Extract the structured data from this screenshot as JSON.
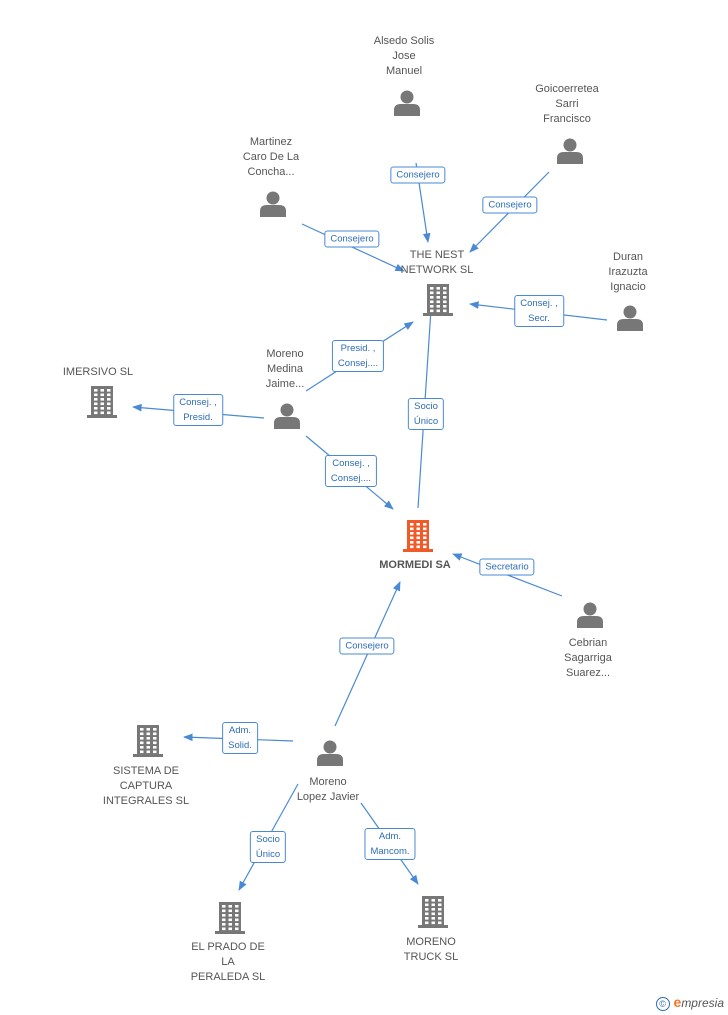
{
  "colors": {
    "edge": "#4a8ad4",
    "person": "#777777",
    "company": "#777777",
    "focus": "#f05a28",
    "label_text": "#2d6db5"
  },
  "nodes": [
    {
      "id": "mormedi",
      "type": "company",
      "focus": true,
      "label": "MORMEDI SA"
    },
    {
      "id": "thenest",
      "type": "company",
      "label": "THE NEST\nNETWORK SL"
    },
    {
      "id": "imersivo",
      "type": "company",
      "label": "IMERSIVO  SL"
    },
    {
      "id": "sistema",
      "type": "company",
      "label": "SISTEMA DE\nCAPTURA\nINTEGRALES SL"
    },
    {
      "id": "elprado",
      "type": "company",
      "label": "EL PRADO DE\nLA\nPERALEDA  SL"
    },
    {
      "id": "morenotruck",
      "type": "company",
      "label": "MORENO\nTRUCK SL"
    },
    {
      "id": "alsedo",
      "type": "person",
      "label": "Alsedo Solis\nJose\nManuel"
    },
    {
      "id": "goicoerretea",
      "type": "person",
      "label": "Goicoerretea\nSarri\nFrancisco"
    },
    {
      "id": "martinez",
      "type": "person",
      "label": "Martinez\nCaro De La\nConcha..."
    },
    {
      "id": "duran",
      "type": "person",
      "label": "Duran\nIrazuzta\nIgnacio"
    },
    {
      "id": "morenomedina",
      "type": "person",
      "label": "Moreno\nMedina\nJaime..."
    },
    {
      "id": "cebrian",
      "type": "person",
      "label": "Cebrian\nSagarriga\nSuarez..."
    },
    {
      "id": "morenolopez",
      "type": "person",
      "label": "Moreno\nLopez Javier"
    }
  ],
  "edges": [
    {
      "from": "alsedo",
      "to": "thenest",
      "label": "Consejero"
    },
    {
      "from": "goicoerretea",
      "to": "thenest",
      "label": "Consejero"
    },
    {
      "from": "martinez",
      "to": "thenest",
      "label": "Consejero"
    },
    {
      "from": "duran",
      "to": "thenest",
      "label": "Consej. ,\nSecr."
    },
    {
      "from": "morenomedina",
      "to": "thenest",
      "label": "Presid. ,\nConsej...."
    },
    {
      "from": "morenomedina",
      "to": "imersivo",
      "label": "Consej. ,\nPresid."
    },
    {
      "from": "morenomedina",
      "to": "mormedi",
      "label": "Consej. ,\nConsej...."
    },
    {
      "from": "mormedi",
      "to": "thenest",
      "label": "Socio\nÚnico"
    },
    {
      "from": "cebrian",
      "to": "mormedi",
      "label": "Secretario"
    },
    {
      "from": "morenolopez",
      "to": "mormedi",
      "label": "Consejero"
    },
    {
      "from": "morenolopez",
      "to": "sistema",
      "label": "Adm.\nSolid."
    },
    {
      "from": "morenolopez",
      "to": "elprado",
      "label": "Socio\nÚnico"
    },
    {
      "from": "morenolopez",
      "to": "morenotruck",
      "label": "Adm.\nMancom."
    }
  ],
  "footer": {
    "copyright_symbol": "©",
    "brand_initial": "e",
    "brand_rest": "mpresia"
  }
}
